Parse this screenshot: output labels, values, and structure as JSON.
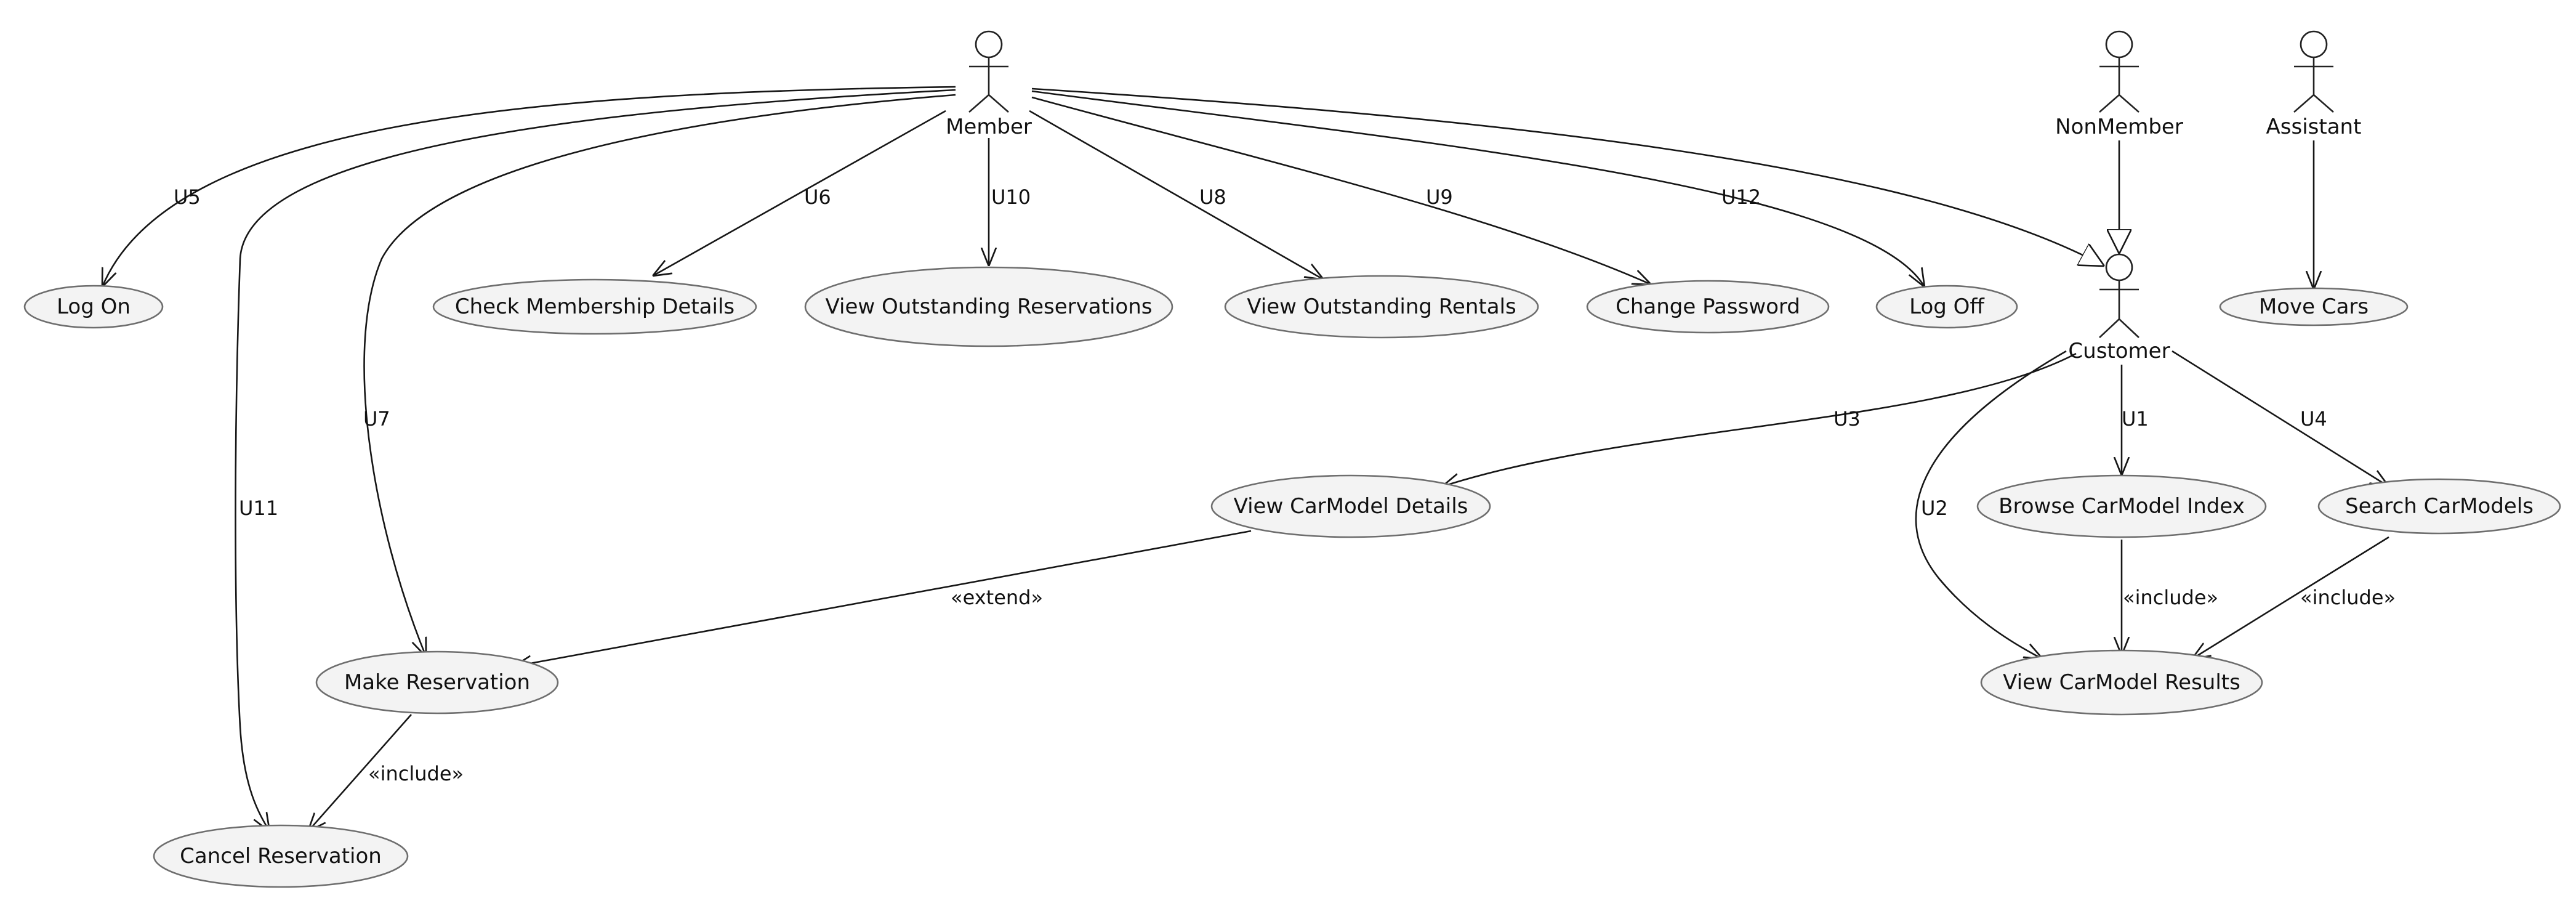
{
  "actors": {
    "member": "Member",
    "nonmember": "NonMember",
    "assistant": "Assistant",
    "customer": "Customer"
  },
  "usecases": {
    "log_on": "Log On",
    "check_membership": "Check Membership Details",
    "view_out_reservations": "View Outstanding Reservations",
    "view_out_rentals": "View Outstanding Rentals",
    "change_password": "Change Password",
    "log_off": "Log Off",
    "move_cars": "Move Cars",
    "view_carmodel_details": "View CarModel Details",
    "browse_carmodel_index": "Browse CarModel Index",
    "search_carmodels": "Search CarModels",
    "make_reservation": "Make Reservation",
    "view_carmodel_results": "View CarModel Results",
    "cancel_reservation": "Cancel Reservation"
  },
  "edge_labels": {
    "u1": "U1",
    "u2": "U2",
    "u3": "U3",
    "u4": "U4",
    "u5": "U5",
    "u6": "U6",
    "u7": "U7",
    "u8": "U8",
    "u9": "U9",
    "u10": "U10",
    "u11": "U11",
    "u12": "U12",
    "extend": "«extend»",
    "include_browse": "«include»",
    "include_search": "«include»",
    "include_make": "«include»"
  },
  "colors": {
    "usecase_fill": "#f3f3f3",
    "usecase_stroke": "#6e6e6e",
    "line": "#161616"
  }
}
